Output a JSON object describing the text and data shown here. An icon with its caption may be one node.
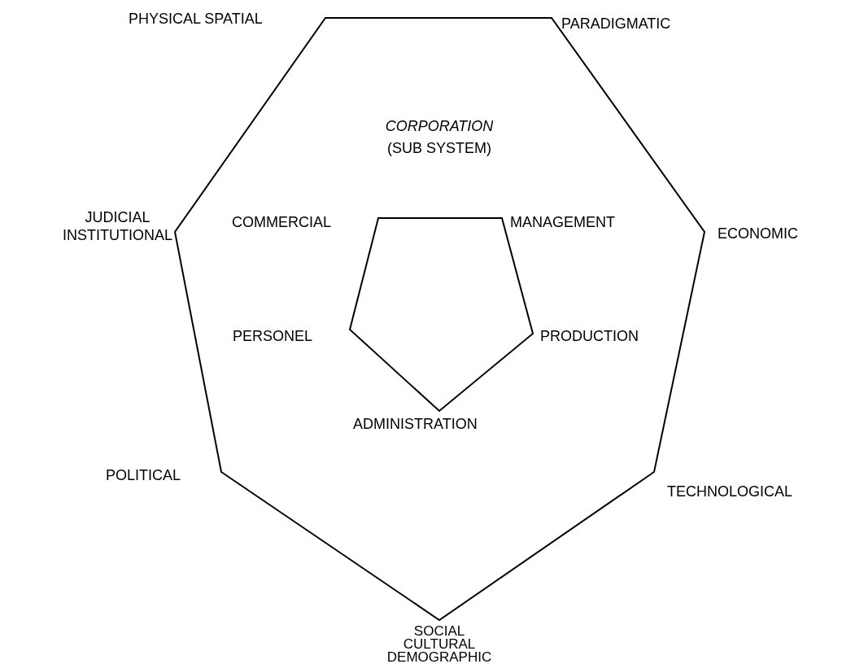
{
  "diagram": {
    "nodes": [
      {
        "text": [
          "CORPORATION",
          "(SUB SYSTEM)"
        ]
      },
      {
        "text": [],
        "shape": "pentagon",
        "in": 0
      }
    ],
    "labels": [
      "PHYSICAL SPATIAL",
      "PARADIGMATIC",
      "JUDICIAL INSTITUTIONAL",
      "COMMERCIAL",
      "MANAGEMENT",
      "ECONOMIC",
      "PERSONEL",
      "PRODUCTION",
      "ADMINISTRATION",
      "POLITICAL",
      "TECHNOLOGICAL",
      "SOCIAL CULTURAL DEMOGRAPHIC"
    ]
  }
}
